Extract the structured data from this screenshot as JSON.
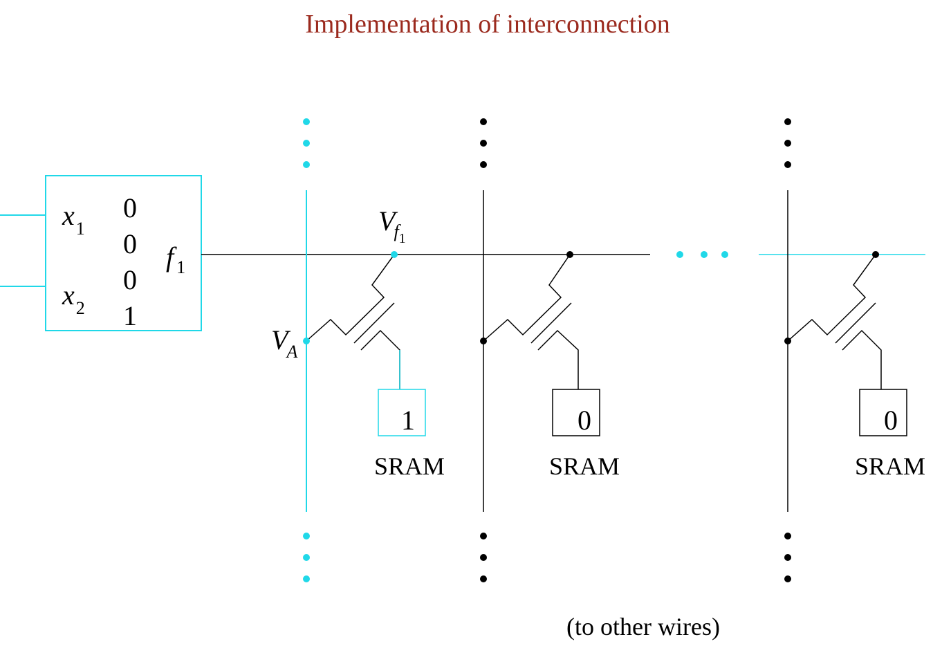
{
  "title": "Implementation of interconnection",
  "lut": {
    "input1": {
      "var": "x",
      "sub": "1"
    },
    "input2": {
      "var": "x",
      "sub": "2"
    },
    "output": {
      "var": "f",
      "sub": "1"
    },
    "truth_values": [
      "0",
      "0",
      "0",
      "1"
    ]
  },
  "node_vf1": {
    "var": "V",
    "sub": "f",
    "subsub": "1"
  },
  "node_va": {
    "var": "V",
    "sub": "A"
  },
  "sram_cells": [
    {
      "value": "1",
      "label": "SRAM"
    },
    {
      "value": "0",
      "label": "SRAM"
    },
    {
      "value": "0",
      "label": "SRAM"
    }
  ],
  "footnote": "(to other wires)",
  "colors": {
    "title": "#9b2a1e",
    "highlight": "#20d8e8",
    "wire": "#000000"
  }
}
